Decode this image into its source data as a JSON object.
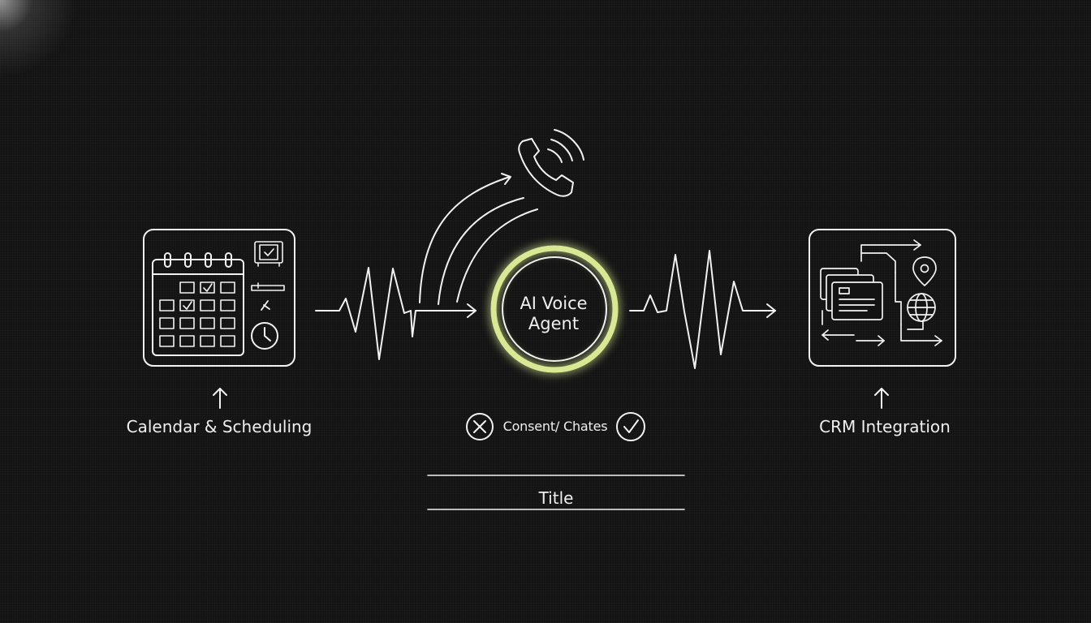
{
  "center": {
    "title": "AI Voice Agent",
    "glow_color": "#e4f59a"
  },
  "nodes": {
    "calendar": {
      "label": "Calendar & Scheduling",
      "icon": "calendar-icon"
    },
    "crm": {
      "label": "CRM Integration",
      "icon": "crm-workflow-icon"
    }
  },
  "consent": {
    "label": "Consent/ Chates",
    "left_icon": "x-circle-icon",
    "right_icon": "check-circle-icon"
  },
  "footer": {
    "title": "Title"
  },
  "phone": {
    "icon": "phone-ringing-icon"
  },
  "colors": {
    "background": "#131313",
    "line": "#f2f2f2",
    "accent_glow": "#e4f59a"
  }
}
